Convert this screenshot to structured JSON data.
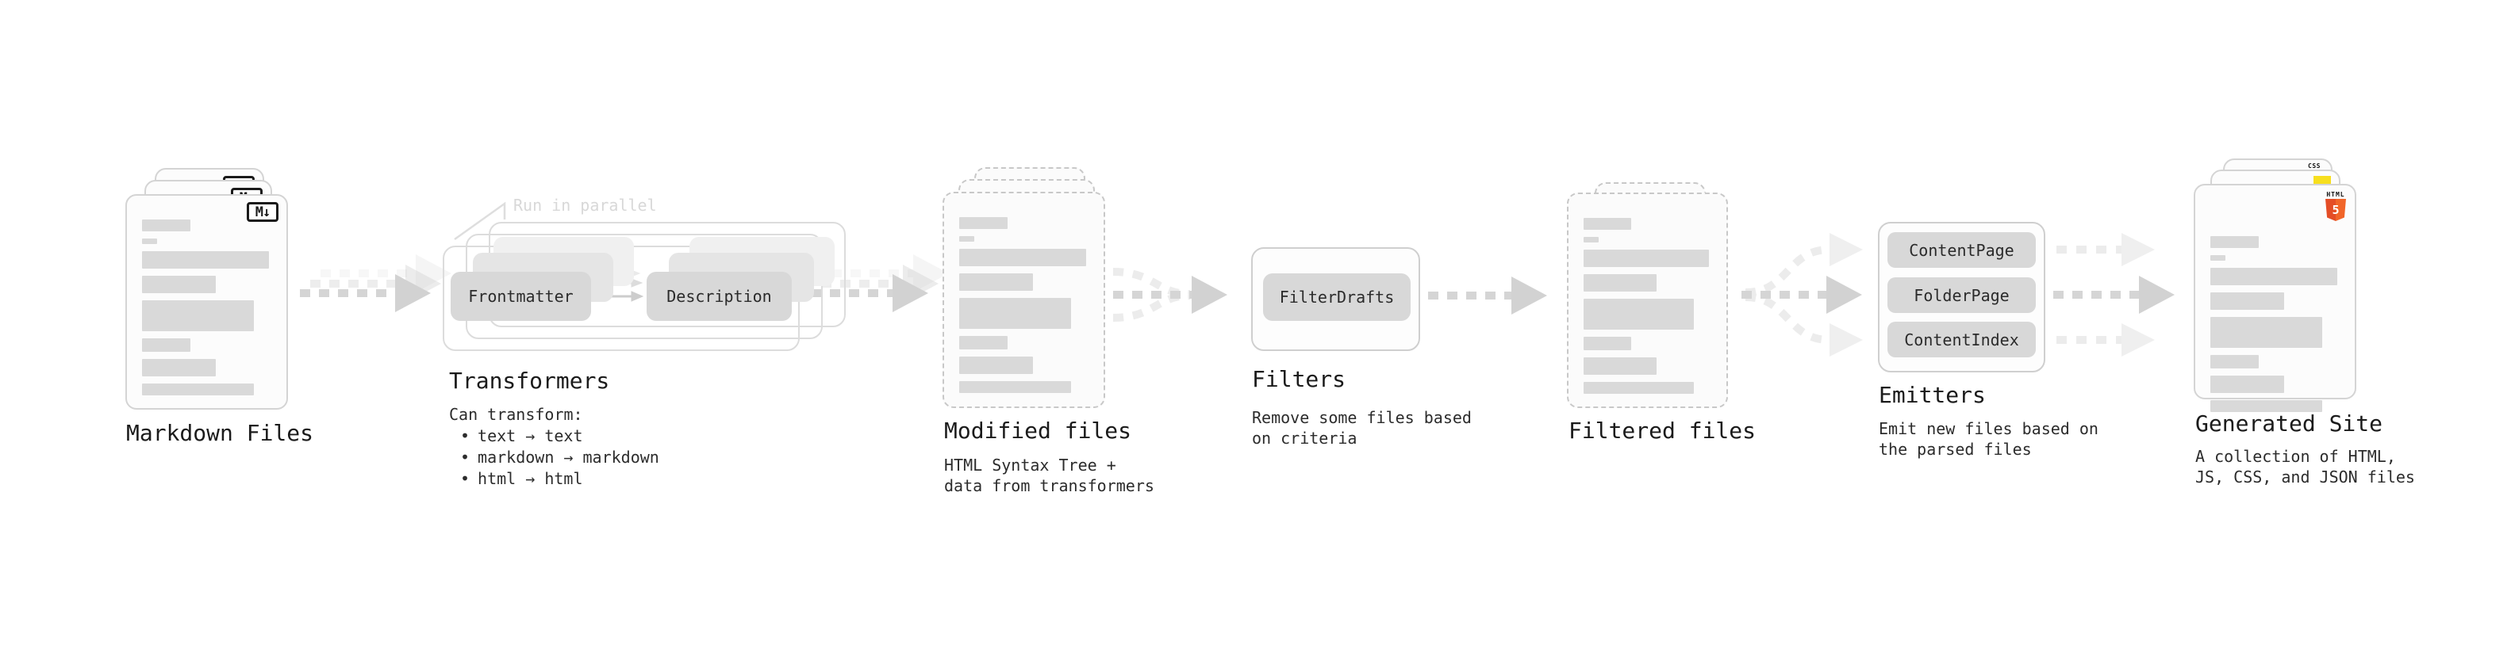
{
  "ui": {
    "bullet_char": "•"
  },
  "stages": {
    "markdown": {
      "label": "Markdown Files",
      "file_badge": "M↓"
    },
    "transformers": {
      "label": "Transformers",
      "parallel_note": "Run in parallel",
      "input_pill": "Frontmatter",
      "output_pill": "Description",
      "desc_title": "Can transform:",
      "bullets": [
        "text → text",
        "markdown → markdown",
        "html → html"
      ]
    },
    "modified": {
      "label": "Modified files",
      "desc_line1": "HTML Syntax Tree +",
      "desc_line2": "data from transformers"
    },
    "filters": {
      "label": "Filters",
      "pill": "FilterDrafts",
      "desc_line1": "Remove some files based",
      "desc_line2": "on criteria"
    },
    "filtered": {
      "label": "Filtered files"
    },
    "emitters": {
      "label": "Emitters",
      "pills": [
        "ContentPage",
        "FolderPage",
        "ContentIndex"
      ],
      "desc_line1": "Emit new files based on",
      "desc_line2": "the parsed files"
    },
    "generated": {
      "label": "Generated Site",
      "desc_line1": "A collection of HTML,",
      "desc_line2": "JS, CSS, and JSON files",
      "css_badge": "CSS",
      "html_badge_word": "HTML",
      "html_badge_number": "5"
    }
  },
  "colors": {
    "background": "#ffffff",
    "card_fill": "#fcfcfc",
    "card_border": "#d4d4d4",
    "dashed_border": "#c8c8c8",
    "doc_bar": "#d9d9d9",
    "pill_fill": "#d8d8d8",
    "arrow": "#d5d5d5",
    "arrow_light": "#ececec",
    "heading_text": "#1b1b1b",
    "body_text": "#2c2c2c",
    "note_text": "#d8d8d8",
    "js_yellow": "#f7df1e",
    "css_blue": "#2962ff",
    "html5_orange": "#f16529"
  },
  "doc_bars": [
    {
      "w": 38,
      "h": 15
    },
    {
      "w": 12,
      "h": 7
    },
    {
      "w": 100,
      "h": 22
    },
    {
      "w": 58,
      "h": 22
    },
    {
      "w": 88,
      "h": 39
    },
    {
      "w": 38,
      "h": 17
    },
    {
      "w": 58,
      "h": 22
    },
    {
      "w": 88,
      "h": 15
    }
  ]
}
